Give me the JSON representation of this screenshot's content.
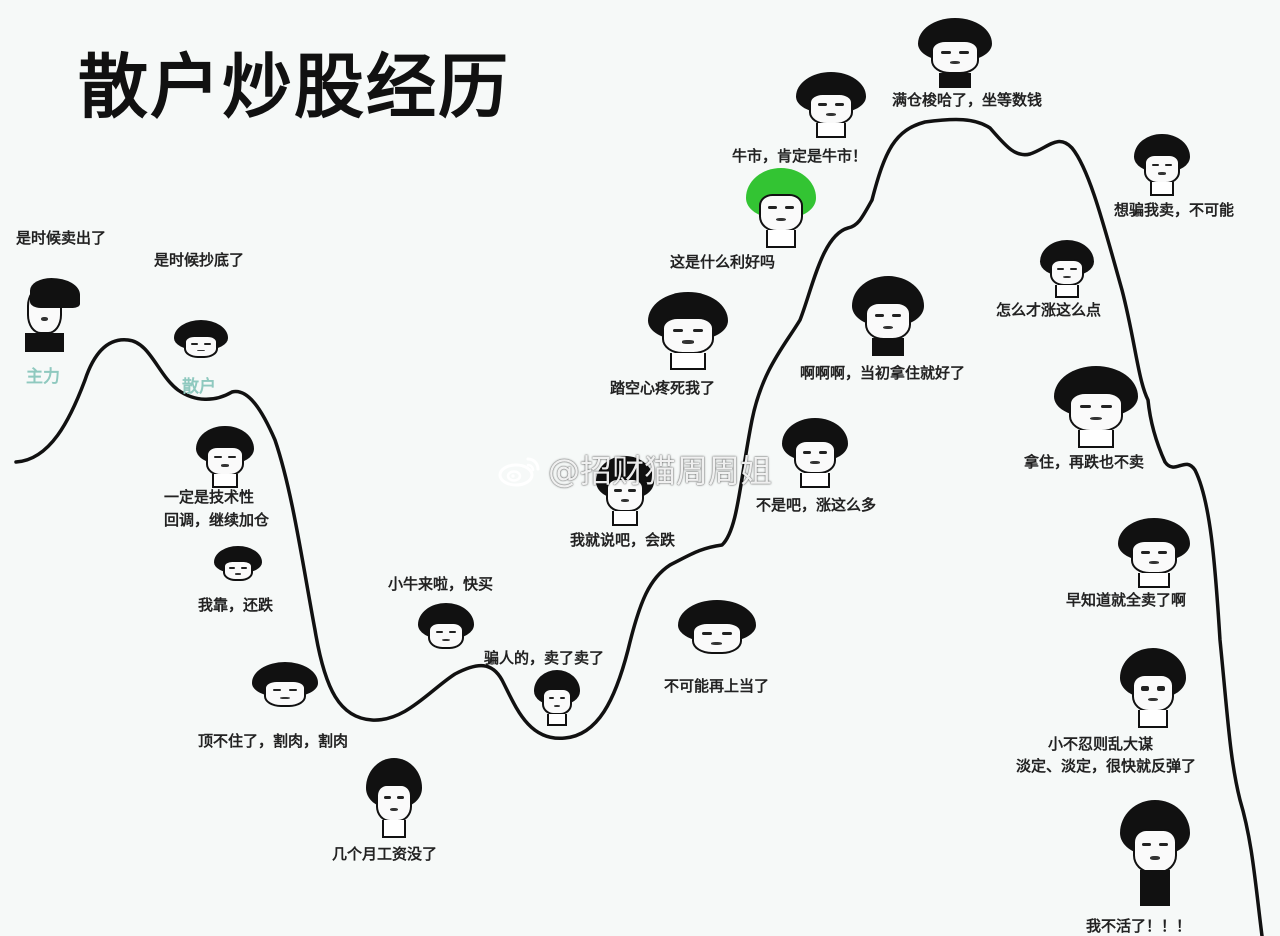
{
  "title": "散户炒股经历",
  "curve": {
    "stroke_color": "#111111",
    "description": "Stock price curve: small peak, deep valley, small bump, trough, long climb to main top, then steep fall"
  },
  "roles": {
    "main_force": "主力",
    "retail": "散户"
  },
  "captions": {
    "sell_time": "是时候卖出了",
    "buy_dip_time": "是时候抄底了",
    "tech_pullback_line1": "一定是技术性",
    "tech_pullback_line2": "回调，继续加仓",
    "still_falling": "我靠，还跌",
    "cut_loss": "顶不住了，割肉，割肉",
    "salary_gone": "几个月工资没了",
    "small_bull": "小牛来啦，快买",
    "fooled_sell": "骗人的，卖了卖了",
    "knew_it": "我就说吧，会跌",
    "shorted_regret": "踏空心疼死我了",
    "not_fooled_again": "不可能再上当了",
    "what_good_news": "这是什么利好吗",
    "bull_market": "牛市，肯定是牛市！",
    "full_position": "满仓梭哈了，坐等数钱",
    "rose_so_much": "不是吧，涨这么多",
    "should_have_held": "啊啊啊，当初拿住就好了",
    "want_me_sell": "想骗我卖，不可能",
    "only_rose_little": "怎么才涨这么点",
    "hold_never_sell": "拿住，再跌也不卖",
    "should_sold_all": "早知道就全卖了啊",
    "patience_line1": "小不忍则乱大谋",
    "patience_line2": "淡定、淡定，很快就反弹了",
    "give_up": "我不活了！！！"
  },
  "watermark": {
    "icon": "weibo-icon",
    "text": "@招财猫周周姐"
  },
  "colors": {
    "background": "#f6f9f8",
    "helmet_green": "#33c433",
    "role_label": "#8fc9bf"
  }
}
